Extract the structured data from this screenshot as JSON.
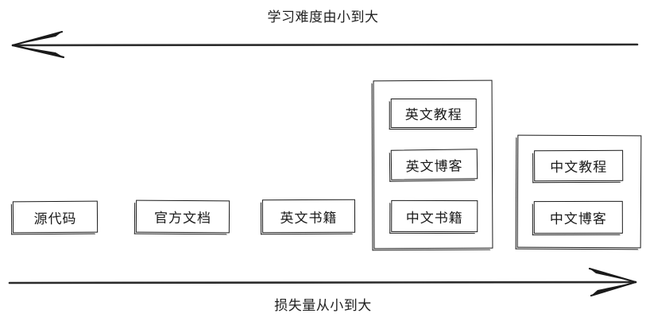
{
  "diagram": {
    "top_axis": {
      "label": "学习难度由小到大",
      "direction": "left",
      "icon": "arrow-left-icon"
    },
    "bottom_axis": {
      "label": "损失量从小到大",
      "direction": "right",
      "icon": "arrow-right-icon"
    },
    "standalone_nodes": [
      {
        "label": "源代码"
      },
      {
        "label": "官方文档"
      },
      {
        "label": "英文书籍"
      }
    ],
    "groups": [
      {
        "name": "group-1",
        "nodes": [
          {
            "label": "英文教程"
          },
          {
            "label": "英文博客"
          },
          {
            "label": "中文书籍"
          }
        ]
      },
      {
        "name": "group-2",
        "nodes": [
          {
            "label": "中文教程"
          },
          {
            "label": "中文博客"
          }
        ]
      }
    ]
  },
  "colors": {
    "stroke": "#1a1a1a",
    "background": "#ffffff"
  }
}
